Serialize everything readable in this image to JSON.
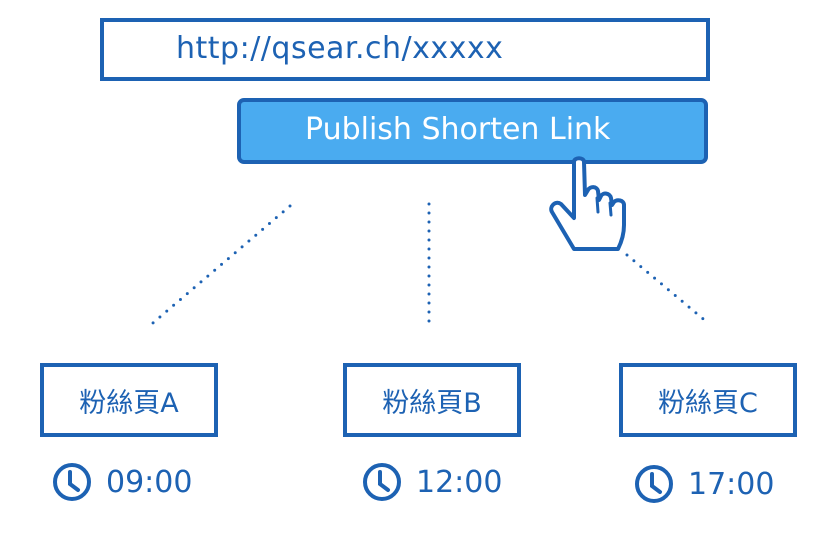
{
  "url_field": {
    "value": "http://qsear.ch/xxxxx"
  },
  "publish_button": {
    "label": "Publish Shorten Link"
  },
  "pages": [
    {
      "label": "粉絲頁A",
      "time": "09:00"
    },
    {
      "label": "粉絲頁B",
      "time": "12:00"
    },
    {
      "label": "粉絲頁C",
      "time": "17:00"
    }
  ],
  "colors": {
    "primary": "#1d62b3",
    "button_fill": "#4aabf0"
  }
}
